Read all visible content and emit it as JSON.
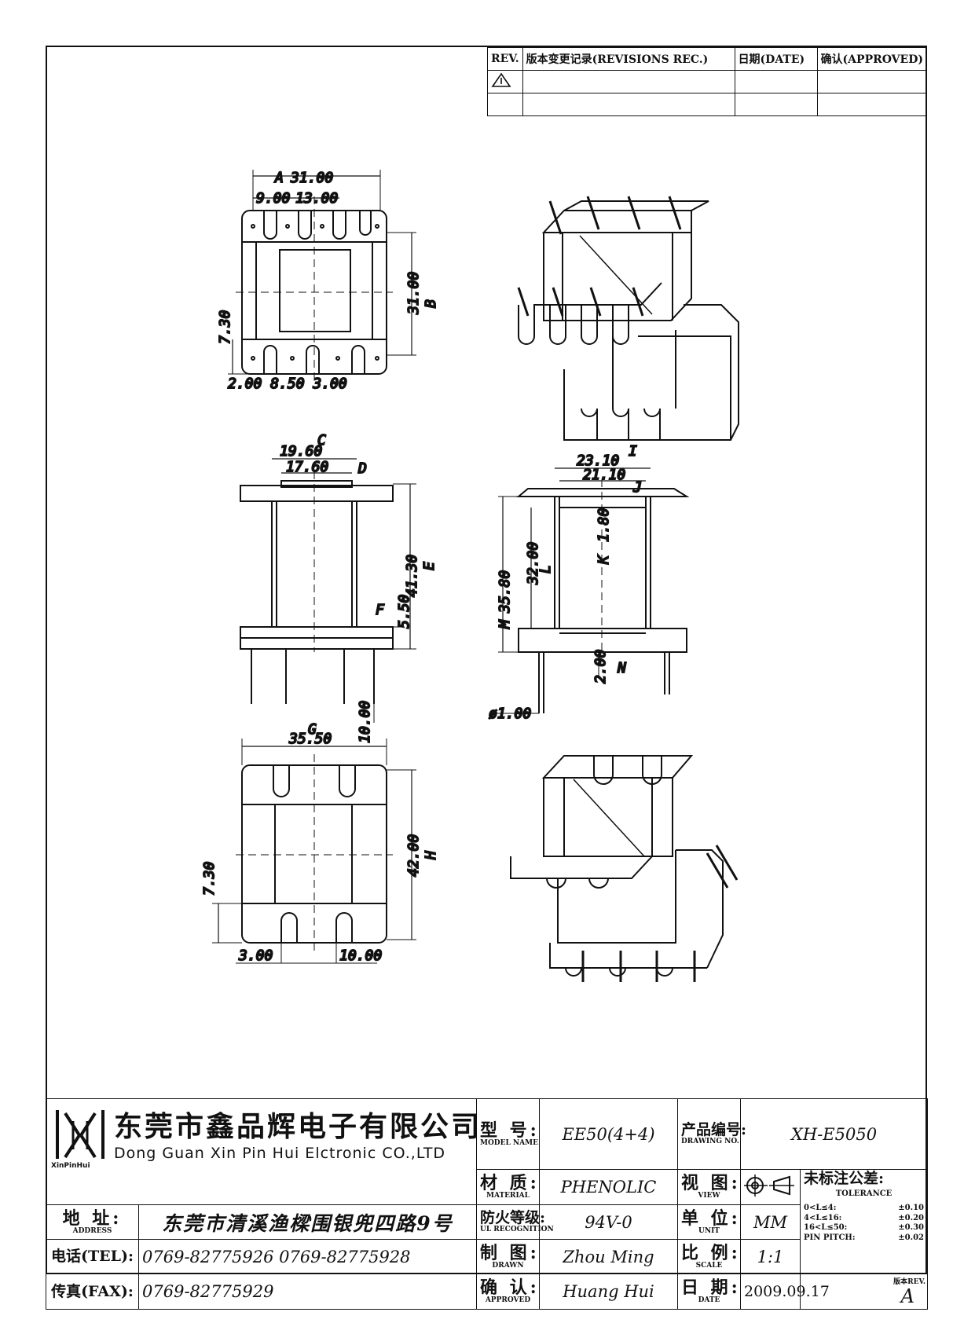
{
  "revisions": {
    "headers": {
      "rev": "REV.",
      "record": "版本变更记录(REVISIONS REC.)",
      "date": "日期(DATE)",
      "approved": "确认(APPROVED)"
    }
  },
  "dimensions": {
    "top_view": {
      "width": "31.00",
      "a_label": "A",
      "pitch_1": "9.00",
      "pitch_2": "13.00",
      "height": "31.00",
      "b_label": "B",
      "tab": "7.30",
      "bottom_dims": "2.00 8.50 3.00"
    },
    "front_view": {
      "c_value": "19.60",
      "c_label": "C",
      "d_value": "17.60",
      "d_label": "D",
      "e_value": "41.30",
      "e_label": "E",
      "f_value": "5.50",
      "f_label": "F",
      "pin_length": "10.00"
    },
    "side_view": {
      "i_value": "23.10",
      "i_label": "I",
      "j_value": "21.10",
      "j_label": "J",
      "k_value": "1.80",
      "k_label": "K",
      "total": "35.80",
      "total_label": "M",
      "l_value": "32.00",
      "l_label": "L",
      "n_value": "2.00",
      "n_label": "N",
      "pin_dia": "ø1.00"
    },
    "bottom_view": {
      "g_value": "35.50",
      "g_label": "G",
      "h_value": "42.00",
      "h_label": "H",
      "tab": "7.30",
      "slot_1": "3.00",
      "slot_2": "10.00"
    }
  },
  "title_block": {
    "company_cn": "东莞市鑫品辉电子有限公司",
    "company_en": "Dong Guan Xin Pin Hui Elctronic CO.,LTD",
    "logo_text": "XinPinHui",
    "address_label_cn": "地 址:",
    "address_label_en": "ADDRESS",
    "address": "东莞市清溪渔樑围银兜四路9号",
    "tel_label": "电话(TEL):",
    "tel": "0769-82775926     0769-82775928",
    "fax_label": "传真(FAX):",
    "fax": "0769-82775929",
    "model_label_cn": "型 号:",
    "model_label_en": "MODEL NAME",
    "model": "EE50(4+4)",
    "material_label_cn": "材 质:",
    "material_label_en": "MATERIAL",
    "material": "PHENOLIC",
    "ul_label_cn": "防火等级:",
    "ul_label_en": "UL RECOGNITION",
    "ul": "94V-0",
    "drawn_label_cn": "制 图:",
    "drawn_label_en": "DRAWN",
    "drawn": "Zhou Ming",
    "approved_label_cn": "确 认:",
    "approved_label_en": "APPROVED",
    "approved": "Huang Hui",
    "drawing_no_label_cn": "产品编号:",
    "drawing_no_label_en": "DRAWING NO.",
    "drawing_no": "XH-E5050",
    "view_label_cn": "视 图:",
    "view_label_en": "VIEW",
    "unit_label_cn": "单 位:",
    "unit_label_en": "UNIT",
    "unit": "MM",
    "scale_label_cn": "比 例:",
    "scale_label_en": "SCALE",
    "scale": "1:1",
    "date_label_cn": "日 期:",
    "date_label_en": "DATE",
    "date": "2009.09.17",
    "tolerance_title": "未标注公差:",
    "tolerance_sub": "TOLERANCE",
    "tolerances": [
      {
        "range": "0<L≤4:",
        "value": "±0.10"
      },
      {
        "range": "4<L≤16:",
        "value": "±0.20"
      },
      {
        "range": "16<L≤50:",
        "value": "±0.30"
      },
      {
        "range": "PIN PITCH:",
        "value": "±0.02"
      }
    ],
    "rev_label": "版本REV.",
    "rev_value": "A"
  }
}
